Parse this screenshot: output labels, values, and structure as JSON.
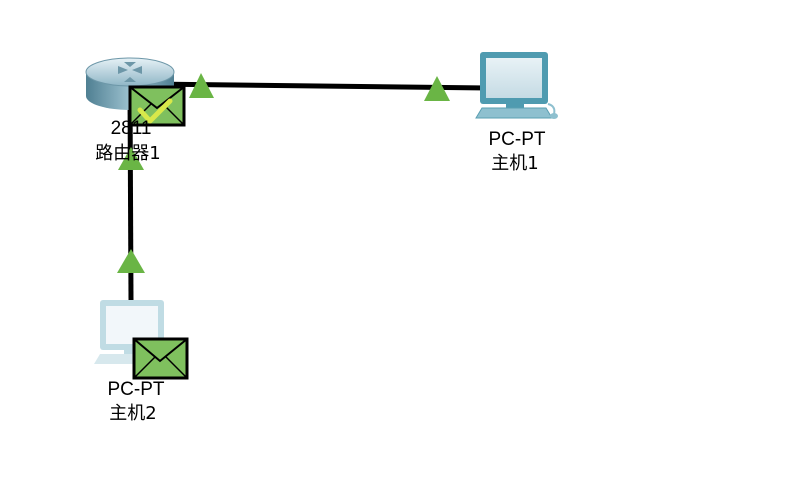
{
  "devices": {
    "router": {
      "model": "2811",
      "name": "路由器1"
    },
    "pc1": {
      "model": "PC-PT",
      "name": "主机1"
    },
    "pc2": {
      "model": "PC-PT",
      "name": "主机2"
    }
  },
  "links": [
    {
      "from": "router",
      "to": "pc1",
      "status": "up"
    },
    {
      "from": "router",
      "to": "pc2",
      "status": "up"
    }
  ],
  "pdus": [
    {
      "at": "router",
      "type": "envelope",
      "result": "success-check"
    },
    {
      "at": "pc2",
      "type": "envelope",
      "result": "none"
    }
  ],
  "colors": {
    "link": "#000000",
    "link_up_indicator": "#6ab545",
    "envelope_fill": "#7fc05e",
    "envelope_stroke": "#000000",
    "check": "#d8e84a",
    "pc_screen": "#d6e7ee",
    "pc_body": "#5a9fb2"
  }
}
